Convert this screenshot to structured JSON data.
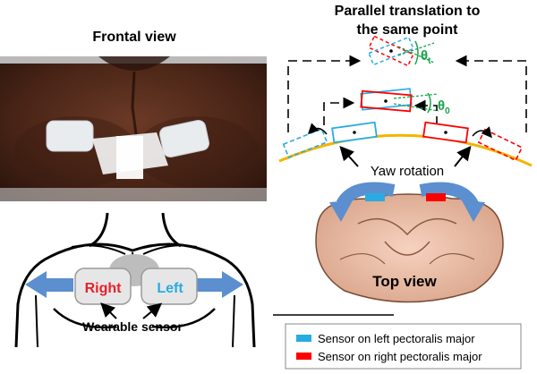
{
  "titles": {
    "frontal": "Frontal view",
    "parallel_line1": "Parallel translation to",
    "parallel_line2": "the same point"
  },
  "labels": {
    "right": "Right",
    "left": "Left",
    "wearable_sensor": "Wearable sensor",
    "yaw_rotation": "Yaw rotation",
    "top_view": "Top view",
    "theta_t": "θ",
    "theta_t_sub": "t",
    "theta_0": "θ",
    "theta_0_sub": "0"
  },
  "legend": {
    "items": [
      {
        "label": "Sensor on left pectoralis major",
        "color": "#29abe2"
      },
      {
        "label": "Sensor on right pectoralis major",
        "color": "#ff0000"
      }
    ]
  },
  "colors": {
    "left_sensor": "#29abe2",
    "right_sensor": "#ff0000",
    "right_label": "#e8202a",
    "left_label": "#29abe2",
    "angle_green": "#1aa14a",
    "body_arc": "#f5b400",
    "blue_arrow": "#5b8fcf"
  }
}
